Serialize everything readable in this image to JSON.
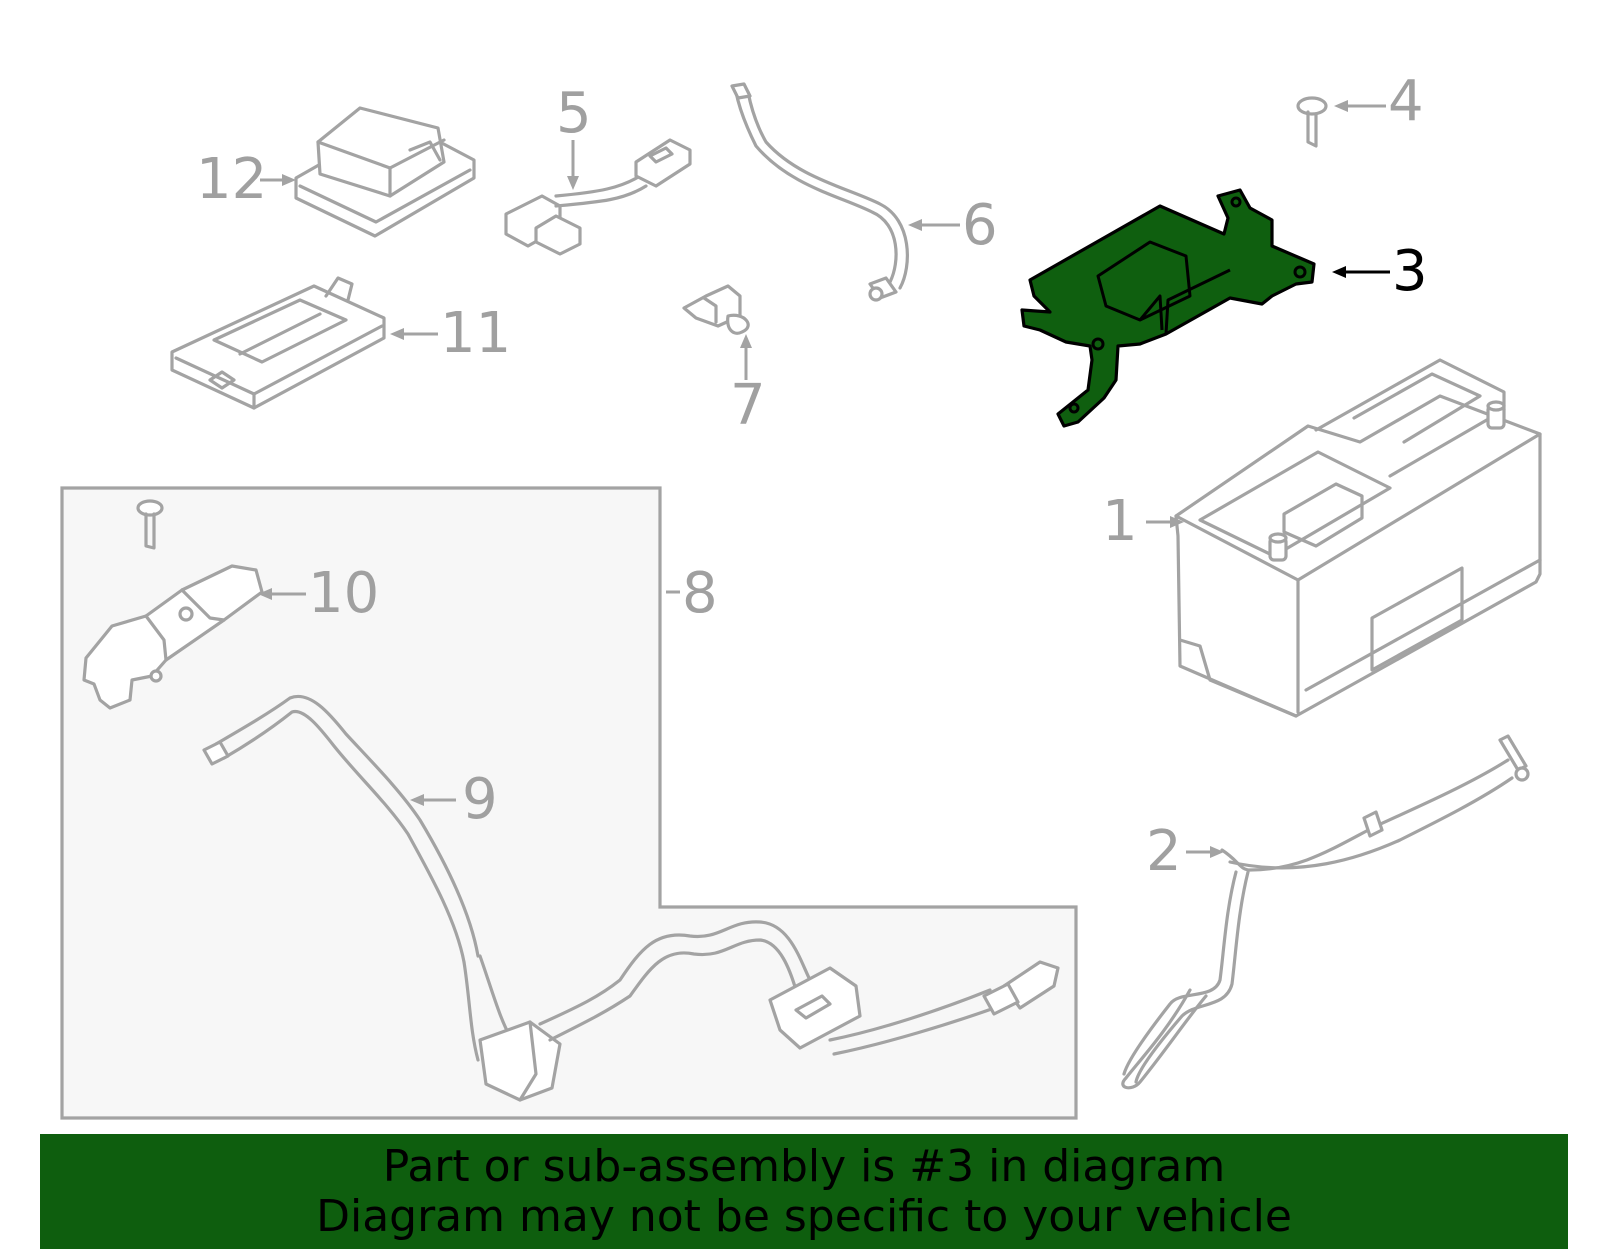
{
  "callouts": {
    "c1": "1",
    "c2": "2",
    "c3": "3",
    "c4": "4",
    "c5": "5",
    "c6": "6",
    "c7": "7",
    "c8": "8",
    "c9": "9",
    "c10": "10",
    "c11": "11",
    "c12": "12"
  },
  "highlighted_part": "3",
  "colors": {
    "highlight_fill": "#0f5f0f",
    "banner_bg": "#0e5e0e",
    "part_stroke": "#a3a3a3",
    "inset_bg": "#f7f7f7"
  },
  "banner": {
    "line1": "Part or sub-assembly is #3 in diagram",
    "line2": "Diagram may not be specific to your vehicle"
  }
}
